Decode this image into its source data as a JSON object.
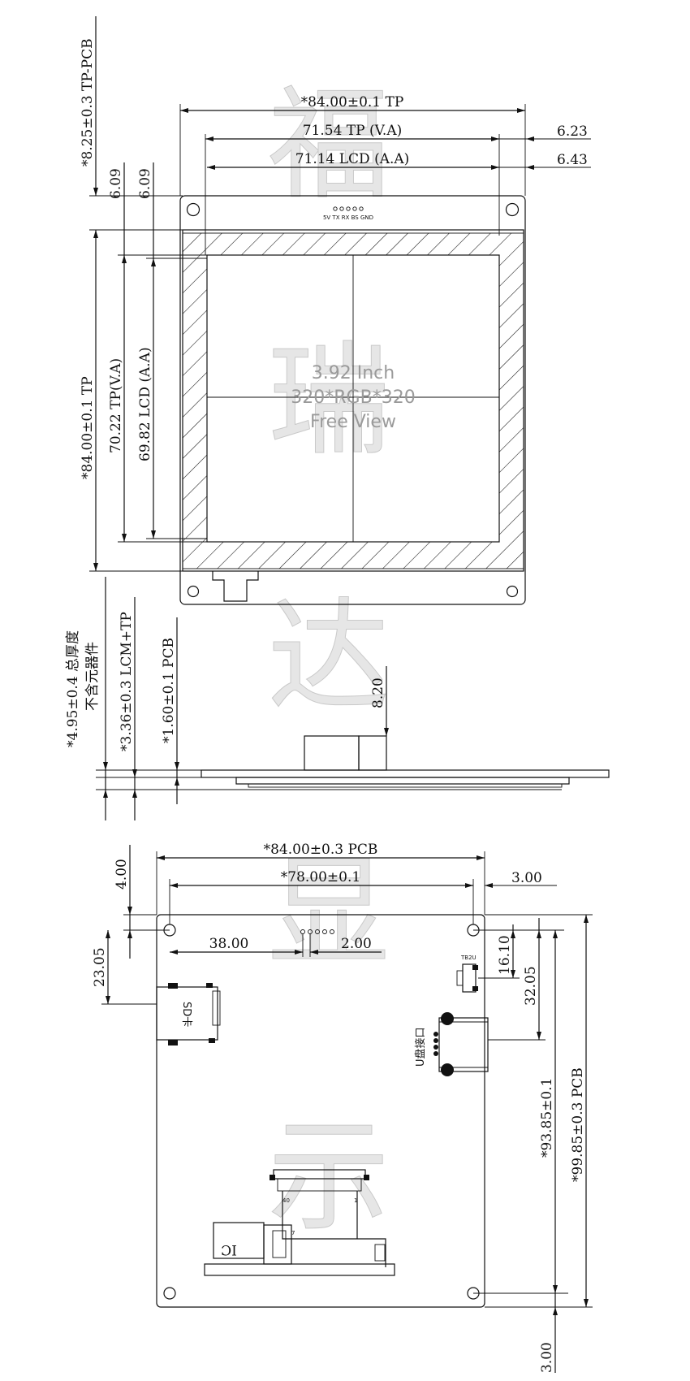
{
  "watermark": [
    "福",
    "瑞",
    "达",
    "显",
    "示"
  ],
  "front_view": {
    "center_label": [
      "3.92 Inch",
      "320*RGB*320",
      "Free View"
    ],
    "pin_labels": "5V TX RX BS GND",
    "dimensions": {
      "tp_width": "*84.00±0.1 TP",
      "tp_va_width": "71.54 TP (V.A)",
      "lcd_aa_width": "71.14 LCD (A.A)",
      "right_offset_1": "6.23",
      "right_offset_2": "6.43",
      "tp_pcb_offset": "*8.25±0.3 TP-PCB",
      "top_offset_1": "6.09",
      "top_offset_2": "6.09",
      "tp_height": "*84.00±0.1 TP",
      "tp_va_height": "70.22 TP(V.A)",
      "lcd_aa_height": "69.82 LCD (A.A)"
    }
  },
  "side_view": {
    "dimensions": {
      "total_thickness": "*4.95±0.4 总厚度",
      "total_thickness_note": "不含元器件",
      "lcm_tp": "*3.36±0.3 LCM+TP",
      "pcb": "*1.60±0.1 PCB",
      "component_height": "8.20"
    }
  },
  "back_view": {
    "labels": {
      "sd": "SD卡",
      "usb": "U盘接口",
      "ic": "IC",
      "conn_40": "40",
      "conn_1": "1",
      "conn_7": "7",
      "usb_small": "TB2U"
    },
    "dimensions": {
      "pcb_width": "*84.00±0.3 PCB",
      "hole_spacing_x": "*78.00±0.1",
      "right_margin": "3.00",
      "top_margin": "4.00",
      "header_offset": "38.00",
      "pin_pitch": "2.00",
      "sd_offset": "23.05",
      "usb_small_offset": "16.10",
      "usb_offset": "32.05",
      "hole_spacing_y": "*93.85±0.1",
      "pcb_height": "*99.85±0.3 PCB",
      "bottom_margin": "3.00"
    }
  }
}
